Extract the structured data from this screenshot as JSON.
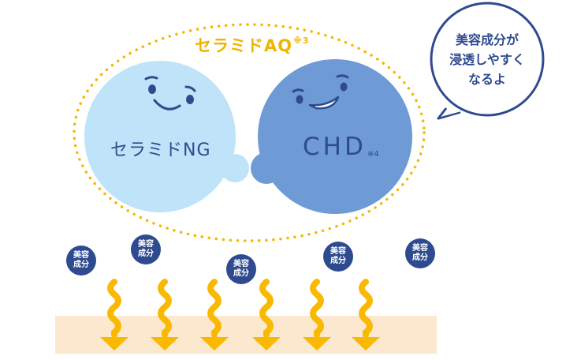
{
  "group_label": {
    "text": "セラミドAQ",
    "note": "※3"
  },
  "ceramide_ng": {
    "label": "セラミドNG"
  },
  "chd": {
    "label": "CHD",
    "note": "※4"
  },
  "speech_bubble": {
    "lines": [
      "美容成分が",
      "浸透しやすく",
      "なるよ"
    ]
  },
  "ingredient_badges": [
    {
      "line1": "美容",
      "line2": "成分"
    },
    {
      "line1": "美容",
      "line2": "成分"
    },
    {
      "line1": "美容",
      "line2": "成分"
    },
    {
      "line1": "美容",
      "line2": "成分"
    },
    {
      "line1": "美容",
      "line2": "成分"
    }
  ],
  "colors": {
    "dotted_outline": "#f5b800",
    "ceramide_ng_fill": "#bfe3f8",
    "chd_fill": "#6e9ad6",
    "text_navy": "#2e4b8f",
    "arrow": "#f9b900",
    "skin": "#fbe8cf"
  }
}
